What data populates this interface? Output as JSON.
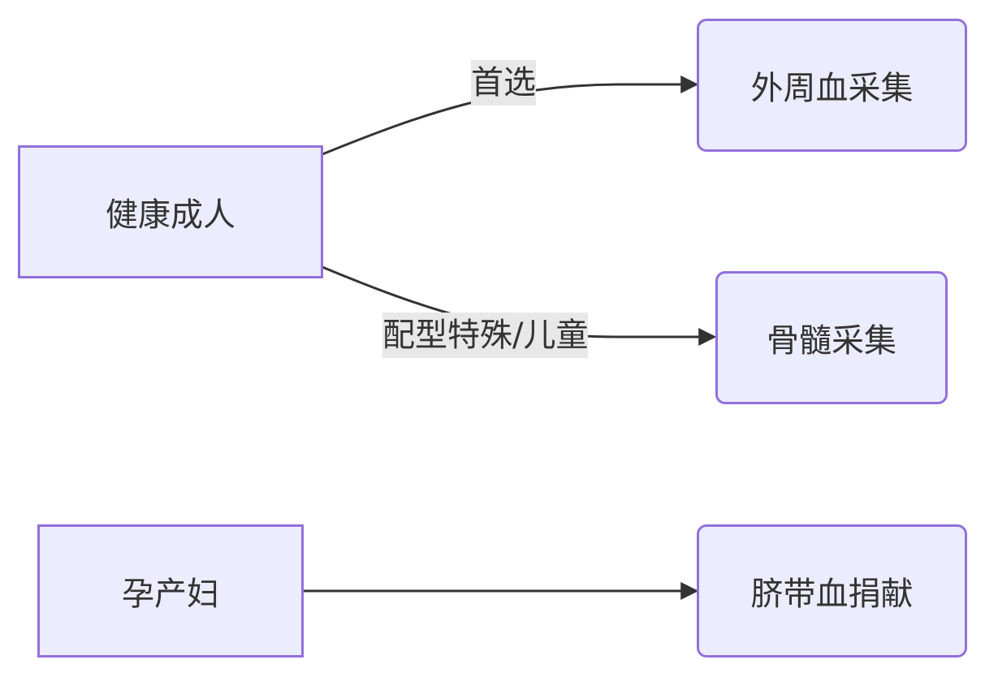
{
  "nodes": {
    "healthy_adult": "健康成人",
    "peripheral_blood": "外周血采集",
    "bone_marrow": "骨髓采集",
    "pregnant_woman": "孕产妇",
    "cord_blood": "脐带血捐献"
  },
  "edges": {
    "preferred": "首选",
    "special_match": "配型特殊/儿童"
  },
  "colors": {
    "node_fill": "#ECECFF",
    "node_border": "#9370DB",
    "edge": "#333333",
    "label_bg": "#e8e8e8",
    "text": "#333333"
  }
}
